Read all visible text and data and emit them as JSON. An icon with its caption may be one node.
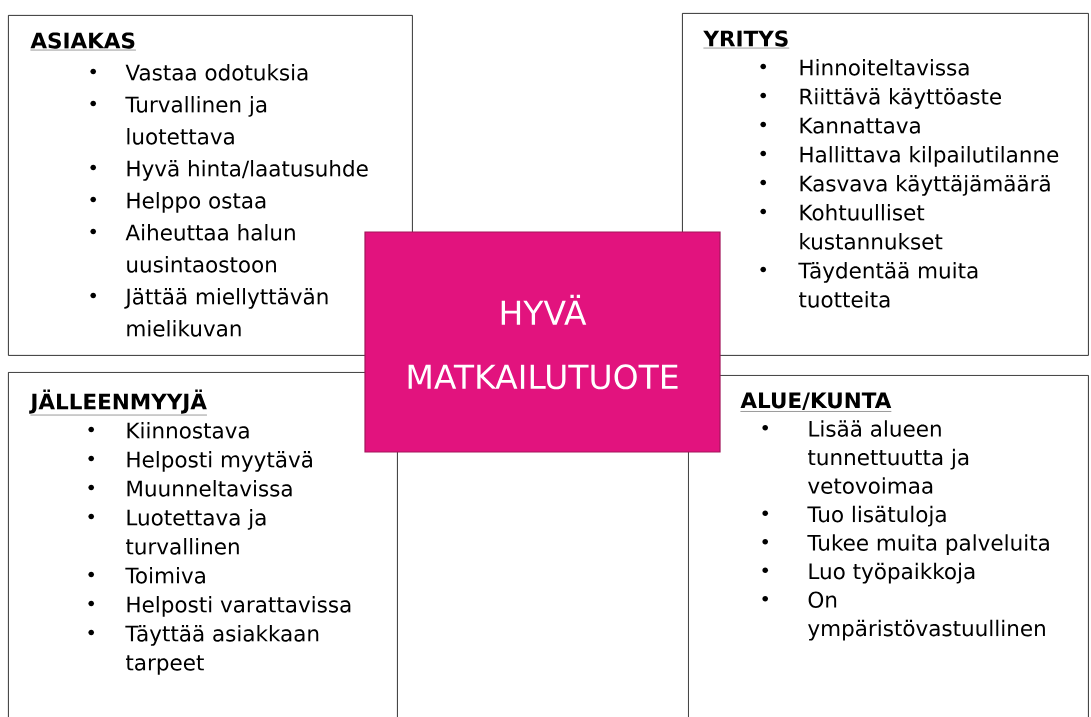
{
  "diagram": {
    "nodes": [
      {
        "text": [
          "ASIAKAS",
          "Vastaa odotuksia",
          "Turvallinen ja luotettava",
          "Hyvä hinta/laatusuhde",
          "Helppo ostaa",
          "Aiheuttaa halun uusintaostoon",
          "Jättää miellyttävän mielikuvan"
        ]
      },
      {
        "text": [
          "YRITYS",
          "Hinnoiteltavissa",
          "Riittävä käyttöaste",
          "Kannattava",
          "Hallittava kilpailutilanne",
          "Kasvava käyttäjämäärä",
          "Kohtuulliset kustannukset",
          "Täydentää muita tuotteita"
        ]
      },
      {
        "text": [
          "HYVÄ MATKAILUTUOTE"
        ]
      },
      {
        "text": [
          "JÄLLEENMYYJÄ",
          "Kiinnostava",
          "Helposti myytävä",
          "Muunneltavissa",
          "Luotettava ja turvallinen",
          "Toimiva",
          "Helposti varattavissa",
          "Täyttää asiakkaan tarpeet"
        ]
      },
      {
        "text": [
          "ALUE/KUNTA",
          "Lisää alueen tunnettuutta ja vetovoimaa",
          "Tuo lisätuloja",
          "Tukee muita palveluita",
          "Luo työpaikkoja",
          "On ympäristövastuullinen"
        ]
      }
    ]
  }
}
